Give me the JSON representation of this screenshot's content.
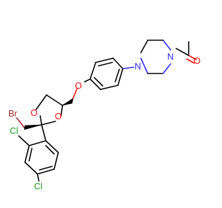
{
  "molecule": {
    "atoms": {
      "bromine": {
        "symbol": "Br",
        "color": "#a62929"
      },
      "chlorine_ortho": {
        "symbol": "Cl",
        "color": "#1fa01f"
      },
      "chlorine_para": {
        "symbol": "Cl",
        "color": "#1fa01f"
      },
      "dioxolane_oxygen_left": {
        "symbol": "O",
        "color": "#ff0d0d"
      },
      "dioxolane_oxygen_right": {
        "symbol": "O",
        "color": "#ff0d0d"
      },
      "ether_oxygen": {
        "symbol": "O",
        "color": "#ff0d0d"
      },
      "carbonyl_oxygen": {
        "symbol": "O",
        "color": "#ff0d0d"
      },
      "piperazine_nitrogen_aryl": {
        "symbol": "N",
        "color": "#2929ff"
      },
      "piperazine_nitrogen_acyl": {
        "symbol": "N",
        "color": "#2929ff"
      }
    },
    "colors": {
      "bond": "#000000",
      "oxygen": "#ff0d0d",
      "nitrogen": "#2929ff",
      "bromine": "#a62929",
      "chlorine": "#1fa01f",
      "background": "#ffffff"
    }
  }
}
